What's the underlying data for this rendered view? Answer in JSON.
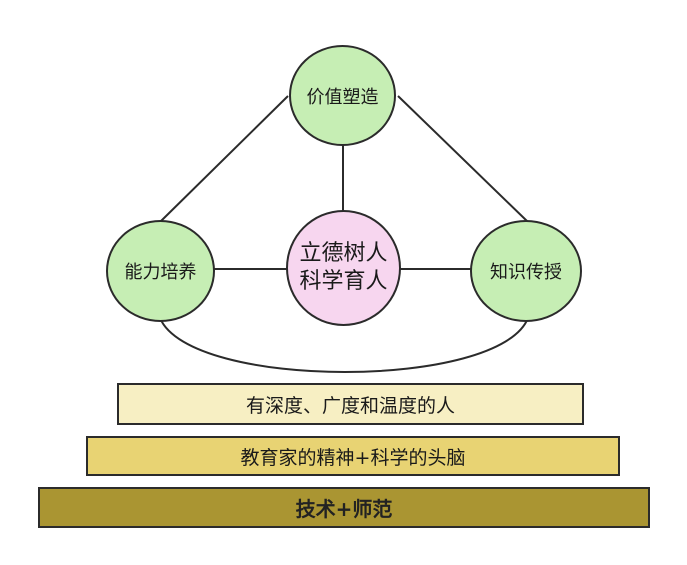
{
  "nodes": {
    "top": "价值塑造",
    "left": "能力培养",
    "right": "知识传授",
    "center": {
      "line1": "立德树人",
      "line2": "科学育人"
    }
  },
  "tiers": [
    "有深度、广度和温度的人",
    "教育家的精神+科学的头脑",
    "技术+师范"
  ],
  "colors": {
    "node_green": "#c6eeb4",
    "node_pink": "#f7d6ef",
    "tier_light": "#f7efc3",
    "tier_mid": "#e8d373",
    "tier_dark": "#aa9532",
    "stroke": "#2b2b2b"
  }
}
